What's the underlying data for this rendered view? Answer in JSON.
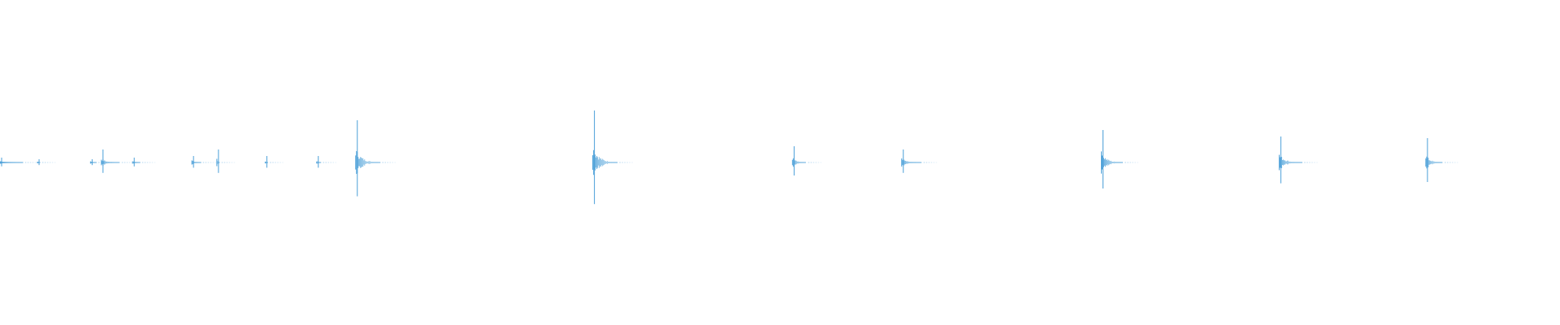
{
  "waveform": {
    "color": "#4a9fd8",
    "center_color": "#7ab9e6",
    "duration_fraction_end": 0.93,
    "events": [
      {
        "t": 0.0,
        "amp": 0.03,
        "len": 0.015
      },
      {
        "t": 0.024,
        "amp": 0.02,
        "len": 0.002
      },
      {
        "t": 0.058,
        "amp": 0.02,
        "len": 0.004
      },
      {
        "t": 0.065,
        "amp": 0.08,
        "len": 0.012
      },
      {
        "t": 0.085,
        "amp": 0.03,
        "len": 0.005
      },
      {
        "t": 0.123,
        "amp": 0.04,
        "len": 0.006
      },
      {
        "t": 0.139,
        "amp": 0.08,
        "len": 0.002
      },
      {
        "t": 0.17,
        "amp": 0.04,
        "len": 0.002
      },
      {
        "t": 0.203,
        "amp": 0.04,
        "len": 0.003
      },
      {
        "t": 0.228,
        "amp": 0.26,
        "len": 0.016
      },
      {
        "t": 0.38,
        "amp": 0.32,
        "len": 0.016
      },
      {
        "t": 0.508,
        "amp": 0.1,
        "len": 0.009
      },
      {
        "t": 0.578,
        "amp": 0.08,
        "len": 0.013
      },
      {
        "t": 0.706,
        "amp": 0.2,
        "len": 0.014
      },
      {
        "t": 0.82,
        "amp": 0.16,
        "len": 0.015
      },
      {
        "t": 0.914,
        "amp": 0.15,
        "len": 0.011
      }
    ]
  }
}
